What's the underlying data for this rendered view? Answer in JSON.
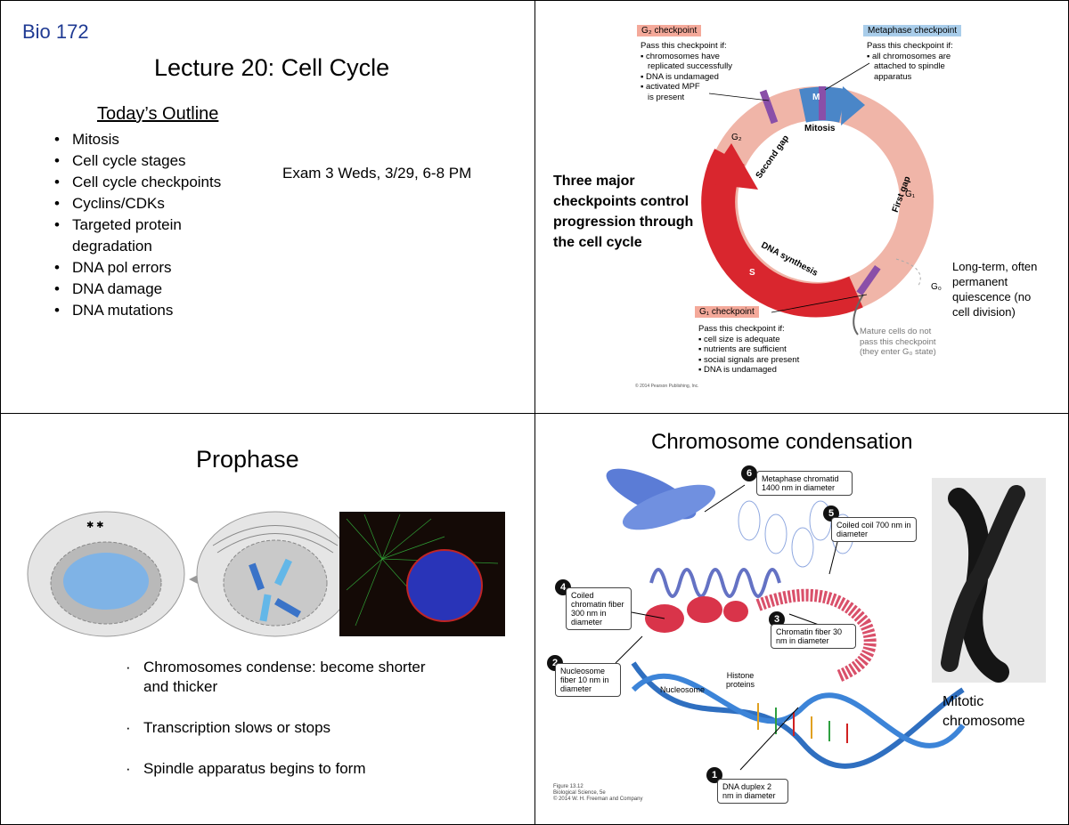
{
  "slide1": {
    "course": "Bio 172",
    "title": "Lecture 20: Cell Cycle",
    "outline_heading": "Today’s Outline",
    "outline": [
      "Mitosis",
      "Cell cycle stages",
      "Cell cycle checkpoints",
      "Cyclins/CDKs",
      "Targeted protein degradation",
      "DNA pol errors",
      "DNA damage",
      "DNA mutations"
    ],
    "exam": "Exam 3 Weds, 3/29, 6-8 PM"
  },
  "slide2": {
    "caption": "Three major checkpoints control progression through the cell cycle",
    "g2_tag": "G₂ checkpoint",
    "g2_head": "Pass this checkpoint if:",
    "g2_items": [
      "▪ chromosomes have",
      "  replicated successfully",
      "▪ DNA is undamaged",
      "▪ activated MPF",
      "  is present"
    ],
    "m_tag": "Metaphase checkpoint",
    "m_head": "Pass this checkpoint if:",
    "m_items": [
      "▪ all chromosomes are",
      "  attached to spindle",
      "  apparatus"
    ],
    "g1_tag": "G₁ checkpoint",
    "g1_head": "Pass this checkpoint if:",
    "g1_items": [
      "▪ cell size is adequate",
      "▪ nutrients are sufficient",
      "▪ social signals are present",
      "▪ DNA is undamaged"
    ],
    "mature": [
      "Mature cells do not",
      "pass this checkpoint",
      "(they enter G₀ state)"
    ],
    "longterm": [
      "Long-term, often",
      "permanent",
      "quiescence (no",
      "cell division)"
    ],
    "phase_labels": {
      "m": "M",
      "mitosis": "Mitosis",
      "g2": "G₂",
      "second_gap": "Second gap",
      "g1": "G₁",
      "first_gap": "First gap",
      "s": "S",
      "dna_synthesis": "DNA synthesis",
      "g0": "G₀"
    },
    "copyright": "© 2014 Pearson Publishing, Inc."
  },
  "slide3": {
    "title": "Prophase",
    "bullets": [
      "Chromosomes condense: become shorter and thicker",
      "Transcription slows or stops",
      "Spindle apparatus begins to form"
    ]
  },
  "slide4": {
    "title": "Chromosome condensation",
    "labels": {
      "n6": "6",
      "l6": "Metaphase chromatid 1400 nm in diameter",
      "n5": "5",
      "l5": "Coiled coil 700 nm in diameter",
      "n4": "4",
      "l4": "Coiled chromatin fiber 300 nm in diameter",
      "n3": "3",
      "l3": "Chromatin fiber 30 nm in diameter",
      "n2": "2",
      "l2": "Nucleosome fiber 10 nm in diameter",
      "n1": "1",
      "l1": "DNA duplex 2 nm in diameter",
      "nucleosome": "Nucleosome",
      "histone": "Histone proteins"
    },
    "mitotic": "Mitotic chromosome",
    "figure": [
      "Figure 13.12",
      "Biological Science, 5e",
      "© 2014 W. H. Freeman and Company"
    ]
  }
}
